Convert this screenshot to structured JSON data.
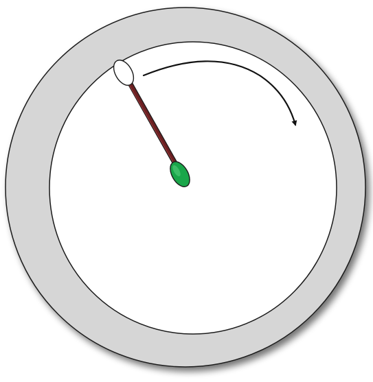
{
  "diagram": {
    "colors": {
      "background": "#ffffff",
      "dish_rim": "#d6d6d6",
      "dish_interior": "#ffffff",
      "dish_shadow": "#9a9a9a",
      "outline": "#1a1a1a",
      "swab_stick": "#6b2022",
      "swab_stick_highlight": "#9a3a3c",
      "swab_tip_clean": "#ffffff",
      "swab_tip_applied": "#1aa64a",
      "swab_tip_applied_highlight": "#5bd07f",
      "arrow": "#111111"
    },
    "elements": {
      "dish": "petri-dish",
      "swab": "cotton-swab",
      "arrow": "curved-arrow-clockwise"
    }
  }
}
